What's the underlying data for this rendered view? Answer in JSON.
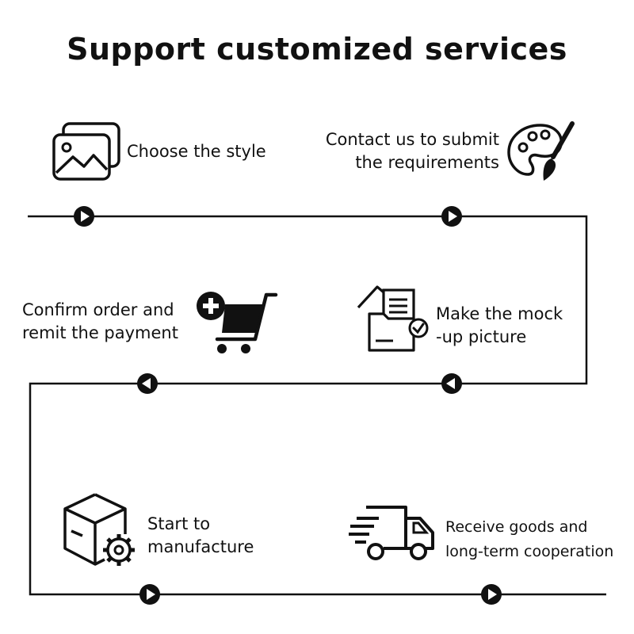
{
  "title": "Support customized services",
  "steps": [
    {
      "line1": "Choose the style",
      "line2": "",
      "icon": "image-gallery-icon"
    },
    {
      "line1": "Contact us to submit",
      "line2": "the requirements",
      "icon": "palette-icon"
    },
    {
      "line1": "Make the mock",
      "line2": "-up picture",
      "icon": "document-folder-icon"
    },
    {
      "line1": "Confirm order and",
      "line2": "remit the payment",
      "icon": "shopping-cart-icon"
    },
    {
      "line1": "Start to",
      "line2": "manufacture",
      "icon": "box-gear-icon"
    },
    {
      "line1": "Receive goods and",
      "line2": "long-term cooperation",
      "icon": "delivery-truck-icon"
    }
  ],
  "colors": {
    "line": "#111111",
    "background": "#ffffff"
  }
}
